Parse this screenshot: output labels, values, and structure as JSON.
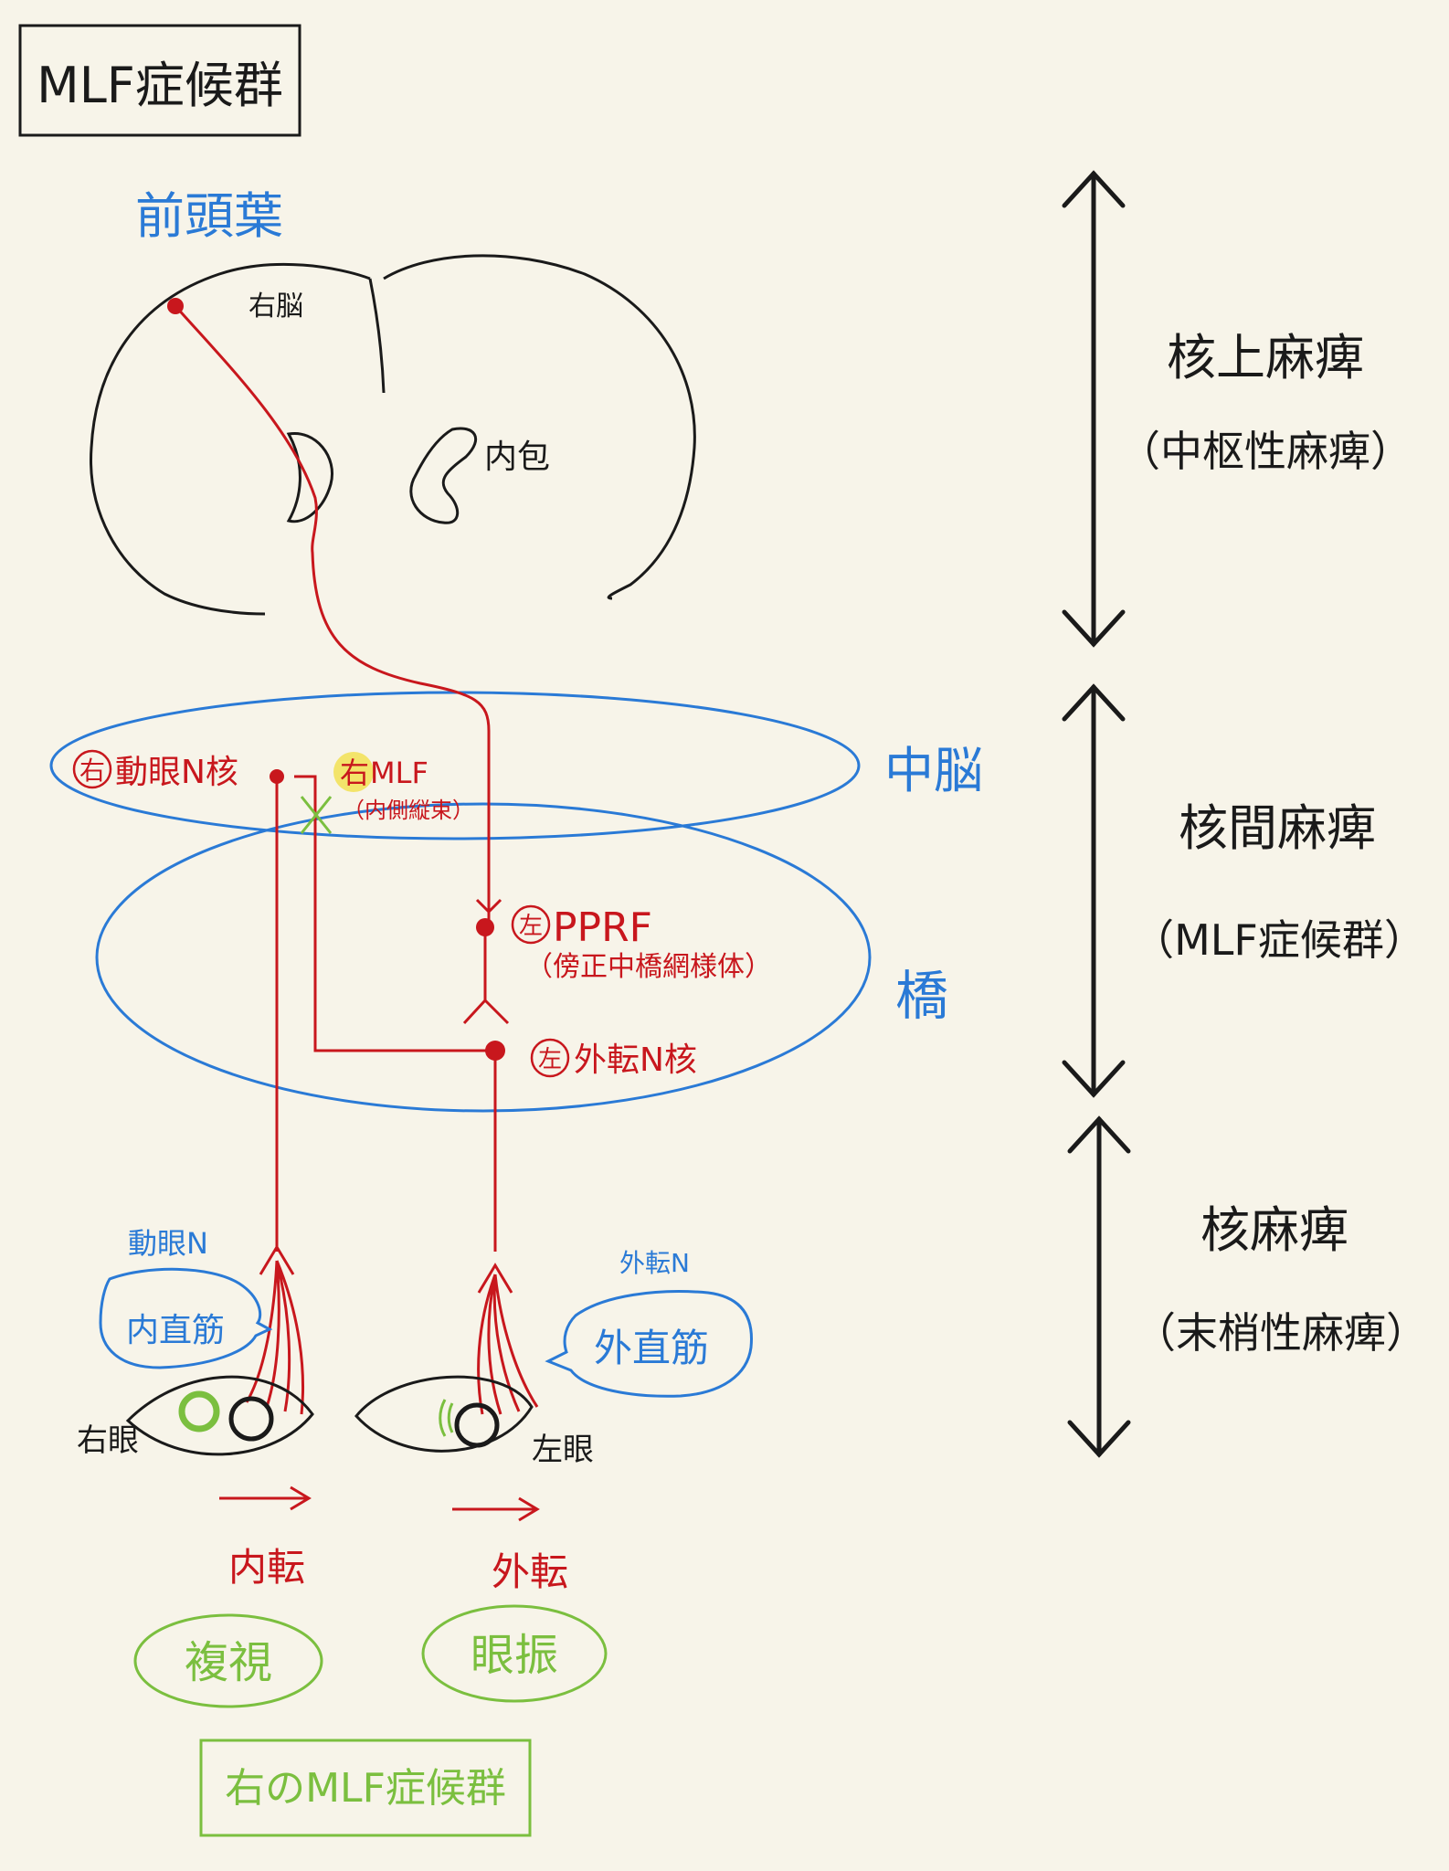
{
  "title": "MLF症候群",
  "brain": {
    "frontal_lobe": "前頭葉",
    "right_brain": "右脳",
    "internal_capsule": "内包"
  },
  "regions": {
    "midbrain": "中脳",
    "pons": "橋"
  },
  "nuclei": {
    "oculomotor_side": "右",
    "oculomotor_name": "動眼N核",
    "mlf_side": "右",
    "mlf_name": "MLF",
    "mlf_full": "（内側縦束）",
    "pprf_side": "左",
    "pprf_name": "PPRF",
    "pprf_full": "（傍正中橋網様体）",
    "abducens_side": "左",
    "abducens_name": "外転N核"
  },
  "nerves": {
    "oculomotor_nerve": "動眼N",
    "abducens_nerve": "外転N",
    "medial_rectus": "内直筋",
    "lateral_rectus": "外直筋"
  },
  "eyes": {
    "right_eye": "右眼",
    "left_eye": "左眼",
    "adduction": "内転",
    "abduction": "外転"
  },
  "symptoms": {
    "diplopia": "複視",
    "nystagmus": "眼振"
  },
  "conclusion": "右のMLF症候群",
  "levels": [
    {
      "name": "核上麻痺",
      "sub": "（中枢性麻痺）"
    },
    {
      "name": "核間麻痺",
      "sub": "（MLF症候群）"
    },
    {
      "name": "核麻痺",
      "sub": "（末梢性麻痺）"
    }
  ],
  "colors": {
    "background": "#f7f4e9",
    "ink": "#1a1a1a",
    "red": "#c8171d",
    "blue": "#2a7ad6",
    "green": "#7bbf3f",
    "highlight": "#f3e46a"
  }
}
